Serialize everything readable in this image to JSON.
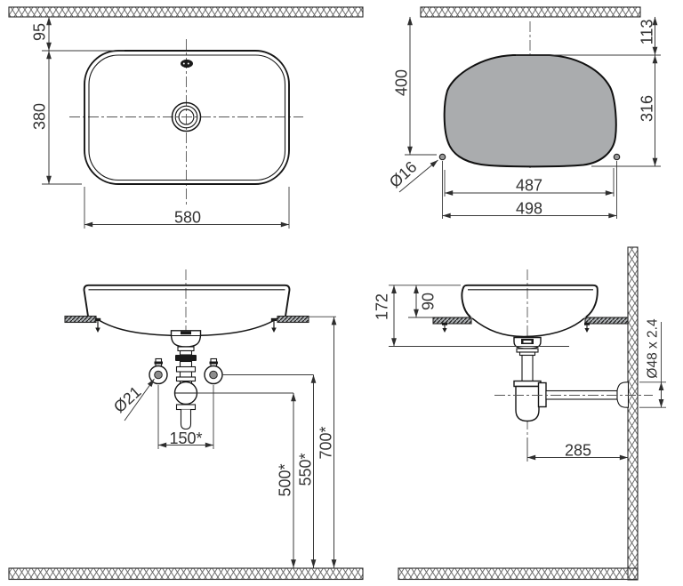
{
  "drawing": {
    "plan_view": {
      "wall_offset": "95",
      "basin_depth": "380",
      "basin_width": "580"
    },
    "cutout_view": {
      "wall_to_fixing_holes": "400",
      "wall_to_cutout": "113",
      "cutout_depth": "316",
      "fixing_hole_diameter": "Ø16",
      "cutout_width": "487",
      "fixing_hole_spacing": "498"
    },
    "front_view": {
      "supply_pipe_diameter": "Ø21",
      "supply_spacing": "150*",
      "waste_outlet_height": "500*",
      "supply_height": "550*",
      "counter_height": "700*"
    },
    "side_view": {
      "basin_height": "172",
      "rim_above_counter": "90",
      "waste_pipe_size": "Ø48 x 2.4",
      "drain_to_wall": "285"
    }
  }
}
